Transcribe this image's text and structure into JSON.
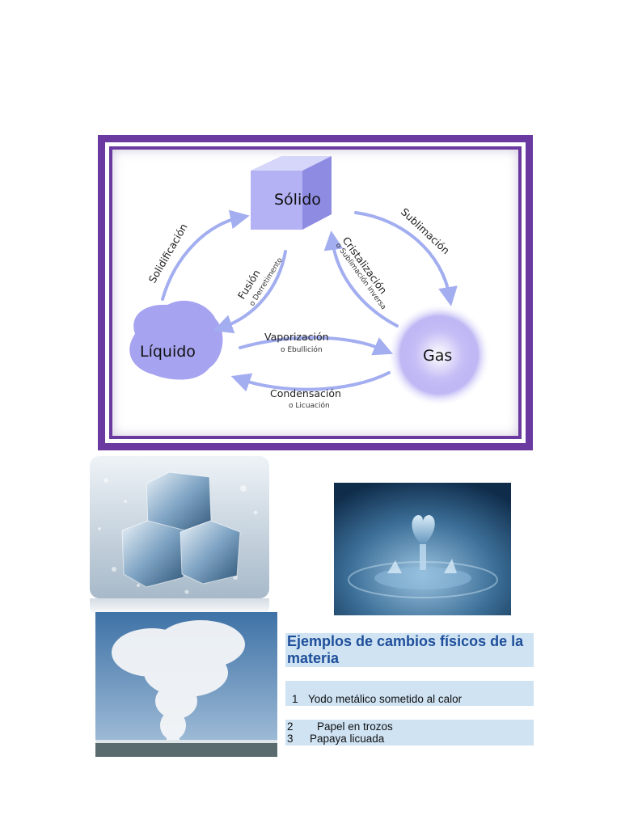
{
  "diagram": {
    "states": {
      "solid": "Sólido",
      "liquid": "Líquido",
      "gas": "Gas"
    },
    "transitions": {
      "solidification": "Solidificación",
      "fusion": "Fusión",
      "fusion_alt": "o Derretimento",
      "sublimation": "Sublimación",
      "crystallization": "Cristalización",
      "crystallization_alt": "o Sublimación inversa",
      "vaporization": "Vaporización",
      "vaporization_alt": "o Ebullición",
      "condensation": "Condensación",
      "condensation_alt": "o Licuación"
    },
    "colors": {
      "frame": "#6b3aa0",
      "arrow": "#a3aef0",
      "state_fill": "#a6a3f0"
    }
  },
  "examples": {
    "heading": "Ejemplos de cambios físicos de la materia",
    "items": [
      {
        "number": "1",
        "text": "Yodo metálico sometido al calor"
      },
      {
        "number": "2",
        "text": "Papel en trozos"
      },
      {
        "number": "3",
        "text": "Papaya licuada"
      }
    ]
  }
}
